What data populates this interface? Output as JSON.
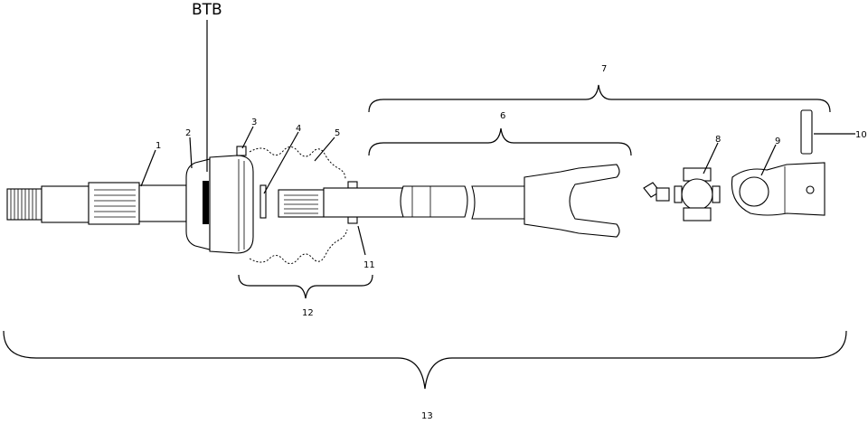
{
  "diagram": {
    "callouts": {
      "btb": "BTB",
      "c1": "1",
      "c2": "2",
      "c3": "3",
      "c4": "4",
      "c5": "5",
      "c6": "6",
      "c7": "7",
      "c8": "8",
      "c9": "9",
      "c10": "10",
      "c11": "11",
      "c12": "12",
      "c13": "13"
    }
  }
}
